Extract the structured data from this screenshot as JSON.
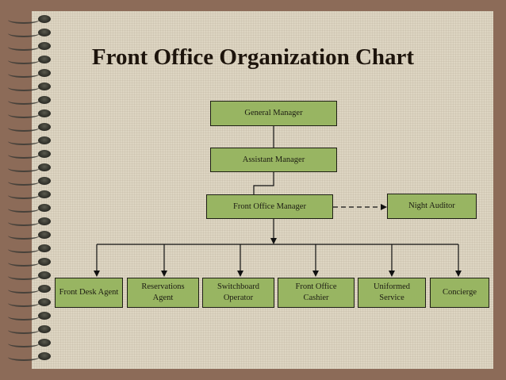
{
  "title": "Front Office Organization Chart",
  "colors": {
    "box_fill": "#98b562",
    "box_border": "#1e1e14",
    "paper": "#ddd5c2",
    "frame": "#8c6b58"
  },
  "nodes": {
    "general_manager": "General Manager",
    "assistant_manager": "Assistant Manager",
    "front_office_manager": "Front Office Manager",
    "night_auditor": "Night Auditor",
    "front_desk_agent": "Front Desk Agent",
    "reservations_agent": "Reservations Agent",
    "switchboard_operator": "Switchboard Operator",
    "front_office_cashier": "Front Office Cashier",
    "uniformed_service": "Uniformed Service",
    "concierge": "Concierge"
  },
  "edges": [
    {
      "from": "General Manager",
      "to": "Assistant Manager",
      "style": "solid"
    },
    {
      "from": "Assistant Manager",
      "to": "Front Office Manager",
      "style": "solid"
    },
    {
      "from": "Front Office Manager",
      "to": "Night Auditor",
      "style": "dashed-arrow"
    },
    {
      "from": "Front Office Manager",
      "to": "Front Desk Agent",
      "style": "arrow"
    },
    {
      "from": "Front Office Manager",
      "to": "Reservations Agent",
      "style": "arrow"
    },
    {
      "from": "Front Office Manager",
      "to": "Switchboard Operator",
      "style": "arrow"
    },
    {
      "from": "Front Office Manager",
      "to": "Front Office Cashier",
      "style": "arrow"
    },
    {
      "from": "Front Office Manager",
      "to": "Uniformed Service",
      "style": "arrow"
    },
    {
      "from": "Front Office Manager",
      "to": "Concierge",
      "style": "arrow"
    }
  ]
}
